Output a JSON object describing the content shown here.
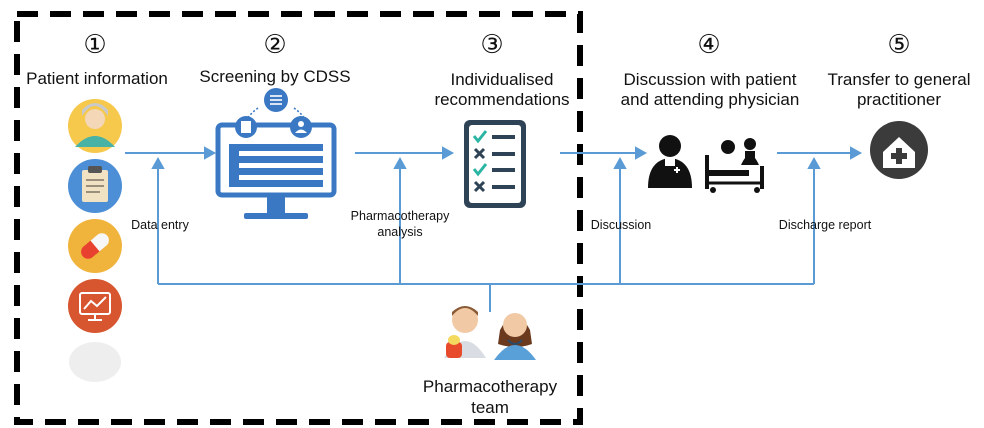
{
  "steps": [
    {
      "number": "①",
      "title": "Patient information"
    },
    {
      "number": "②",
      "title": "Screening by CDSS"
    },
    {
      "number": "③",
      "title_line1": "Individualised",
      "title_line2": "recommendations"
    },
    {
      "number": "④",
      "title_line1": "Discussion with patient",
      "title_line2": "and attending physician"
    },
    {
      "number": "⑤",
      "title_line1": "Transfer to general",
      "title_line2": "practitioner"
    }
  ],
  "labels": {
    "data_entry": "Data entry",
    "pharmacotherapy_analysis_line1": "Pharmacotherapy",
    "pharmacotherapy_analysis_line2": "analysis",
    "discussion": "Discussion",
    "discharge_report": "Discharge report"
  },
  "team": {
    "line1": "Pharmacotherapy",
    "line2": "team"
  },
  "icons": {
    "patient_info": [
      "nurse-avatar-icon",
      "clipboard-icon",
      "pill-capsule-icon",
      "monitor-chart-icon"
    ],
    "cdss": "computer-screening-icon",
    "recommendations": "checklist-icon",
    "discussion": "doctor-patient-bed-icon",
    "transfer": "home-medical-icon",
    "team": "pharmacist-team-icon"
  },
  "colors": {
    "flow_line": "#5b9bd5",
    "cdss_blue": "#3a78c3",
    "checklist_dark": "#2f4356",
    "check_teal": "#2bb5a2",
    "home_dark": "#3b3b3b",
    "border_dash": "#000000"
  }
}
